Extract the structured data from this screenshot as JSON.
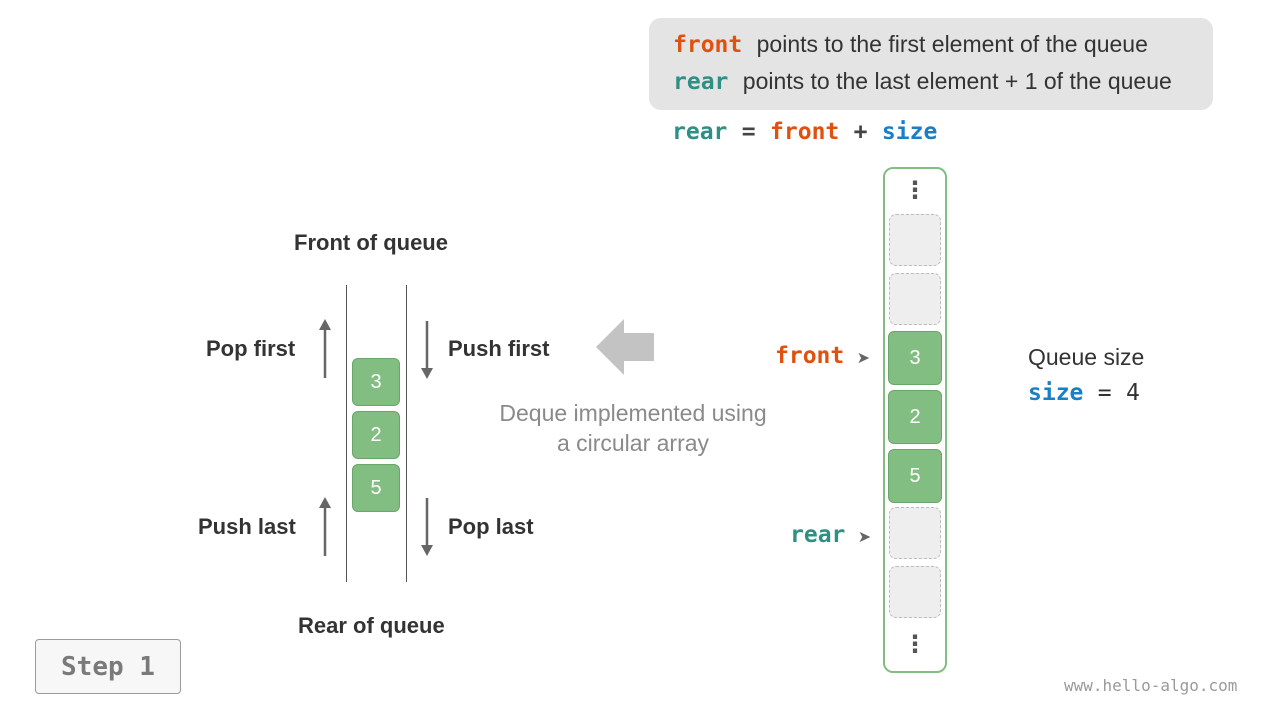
{
  "info": {
    "line1_keyword": "front",
    "line1_text": "points to the first element of the queue",
    "line2_keyword": "rear",
    "line2_text": "points to the last element + 1 of the queue"
  },
  "formula": {
    "lhs": "rear",
    "eq": "=",
    "term1": "front",
    "plus": "+",
    "term2": "size"
  },
  "deque": {
    "front_label": "Front of queue",
    "rear_label": "Rear of queue",
    "pop_first": "Pop first",
    "push_first": "Push first",
    "push_last": "Push last",
    "pop_last": "Pop last",
    "values": [
      "3",
      "2",
      "5"
    ]
  },
  "caption": {
    "line1": "Deque implemented using",
    "line2": "a circular array"
  },
  "array": {
    "ellipsis": "⋮",
    "front_pointer": "front",
    "rear_pointer": "rear",
    "pointer_arrow": "➤",
    "values": [
      "3",
      "2",
      "5"
    ]
  },
  "size_panel": {
    "title": "Queue size",
    "keyword": "size",
    "eq": "=",
    "value": "4"
  },
  "step_label": "Step 1",
  "watermark": "www.hello-algo.com",
  "colors": {
    "front": "#e0500f",
    "rear": "#2f8f84",
    "size": "#1a7fc4",
    "filled_cell": "#82bd82",
    "empty_cell": "#eeeeee"
  }
}
